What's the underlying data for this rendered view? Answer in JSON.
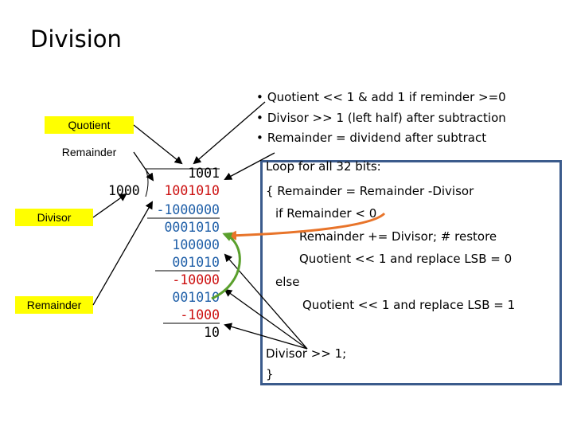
{
  "slide": {
    "title": "Division"
  },
  "labels": {
    "quotient": "Quotient",
    "remainder_top": "Remainder",
    "divisor": "Divisor",
    "remainder_bottom": "Remainder"
  },
  "long_division": {
    "quotient": "1001",
    "divisor": "1000",
    "dividend": "1001010",
    "rows": [
      "-1000000",
      "0001010",
      "100000",
      "001010",
      "-10000",
      "001010",
      "-1000",
      "10"
    ]
  },
  "bullets": [
    "Quotient << 1 & add 1 if reminder >=0",
    "Divisor >> 1 (left half) after subtraction",
    "Remainder = dividend after subtract"
  ],
  "algorithm": {
    "lines": [
      "Loop for all 32 bits:",
      "{ Remainder = Remainder -Divisor",
      "if Remainder < 0",
      "Remainder += Divisor;   # restore",
      "Quotient << 1 and replace LSB = 0",
      "else",
      "Quotient << 1 and replace LSB = 1",
      "Divisor >> 1;",
      "}"
    ]
  },
  "colors": {
    "label_fill": "#ffff00",
    "dividend": "#cc1010",
    "red_rows": "#cc1010",
    "blue_rows": "#1f5fa8",
    "box_border": "#3b5b8c",
    "orange_arrow": "#e8742a",
    "green_arrow": "#5aa02c"
  }
}
